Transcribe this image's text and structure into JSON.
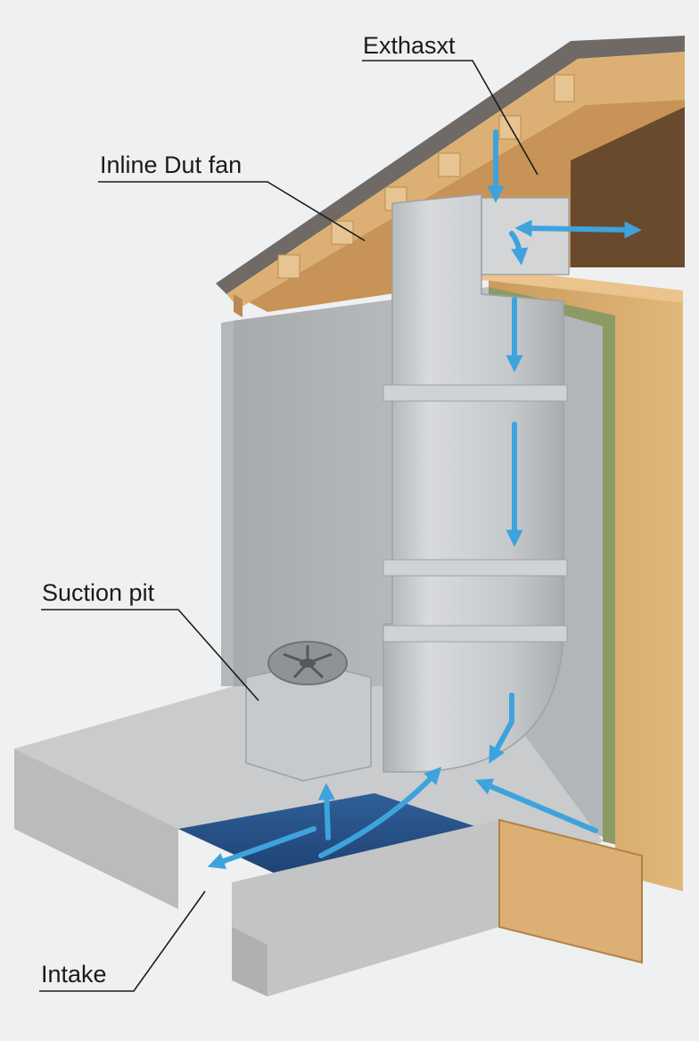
{
  "labels": {
    "exhaust": "Exthasxt",
    "inline_fan": "Inline Dut fan",
    "suction_pit": "Suction pit",
    "intake": "Intake"
  },
  "colors": {
    "background": "#eef0f1",
    "concrete": "#c9cbcc",
    "timber": "#dcb074",
    "duct": "#c4c7ca",
    "insulation": "#8c9a63",
    "airflow_arrow": "#3ea3dc",
    "leader_line": "#1b1b1b"
  },
  "icons": [
    "airflow-arrow",
    "fan-icon"
  ]
}
